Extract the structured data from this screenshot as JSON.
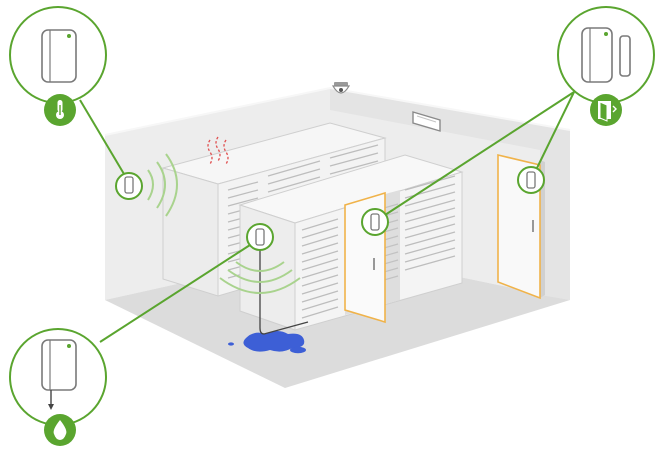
{
  "colors": {
    "accent_green": "#5aa52f",
    "sensor_stroke": "#7a7a7a",
    "door_outline": "#f0b34a",
    "water": "#3d5fd6",
    "heat": "#e05050",
    "room_wall": "#e6e6e6",
    "room_floor": "#d9d9d9",
    "rack_face": "#f2f2f2",
    "rack_lines": "#b8b8b8"
  },
  "callouts": [
    {
      "id": "temperature",
      "sensor": "multi-sensor",
      "badge_icon": "thermometer-icon"
    },
    {
      "id": "door",
      "sensor": "door-contact-sensor",
      "badge_icon": "door-open-icon"
    },
    {
      "id": "leak",
      "sensor": "leak-sensor-with-probe",
      "badge_icon": "water-drop-icon"
    }
  ],
  "scene": {
    "items": [
      "server-room",
      "server-rack-rear",
      "server-rack-front",
      "rack-door-open",
      "room-door",
      "ceiling-dome-camera",
      "wall-air-vent",
      "water-puddle",
      "heat-waves"
    ]
  }
}
